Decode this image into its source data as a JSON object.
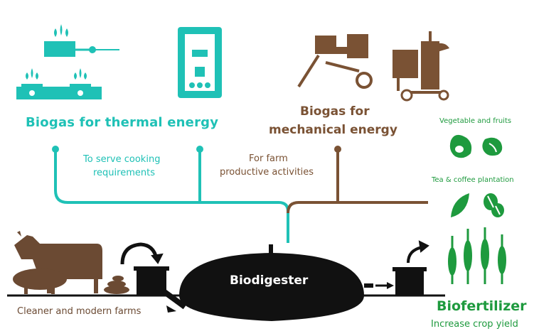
{
  "colors": {
    "teal": "#1fc1b6",
    "brown": "#7a5234",
    "green": "#1e9a3e",
    "black": "#111111"
  },
  "thermal": {
    "title": "Biogas for thermal energy",
    "note_line1": "To serve cooking",
    "note_line2": "requirements",
    "icons": [
      "gas-burner-icon",
      "double-stove-icon",
      "water-heater-icon"
    ]
  },
  "mechanical": {
    "title_line1": "Biogas for",
    "title_line2": "mechanical energy",
    "note_line1": "For farm",
    "note_line2": "productive activities",
    "icons": [
      "engine-pump-icon",
      "milling-machine-icon"
    ]
  },
  "fertilizer_uses": {
    "vegetables": "Vegetable and fruits",
    "tea_coffee": "Tea & coffee plantation"
  },
  "farm": {
    "caption": "Cleaner and modern farms",
    "icons": [
      "cow-icon",
      "pig-icon",
      "manure-icon"
    ]
  },
  "digester": {
    "label": "Biodigester"
  },
  "biofertilizer": {
    "title": "Biofertilizer",
    "subtitle": "Increase crop yield",
    "icons": [
      "wheat-icon"
    ]
  }
}
